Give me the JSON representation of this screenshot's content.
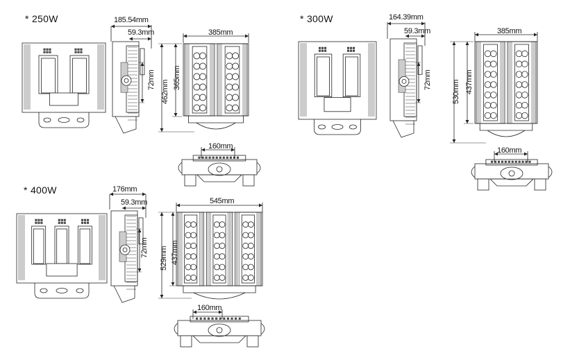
{
  "models": [
    {
      "label": "* 250W",
      "side_depth": "185.54mm",
      "bracket_depth": "59.3mm",
      "bracket_height": "72mm",
      "total_height": "462mm",
      "body_height": "365mm",
      "width": "385mm",
      "mount_width": "160mm"
    },
    {
      "label": "* 300W",
      "side_depth": "164.39mm",
      "bracket_depth": "59.3mm",
      "bracket_height": "72mm",
      "total_height": "530mm",
      "body_height": "437mm",
      "width": "385mm",
      "mount_width": "160mm"
    },
    {
      "label": "* 400W",
      "side_depth": "176mm",
      "bracket_depth": "59.3mm",
      "bracket_height": "72mm",
      "total_height": "529mm",
      "body_height": "437mm",
      "width": "545mm",
      "mount_width": "160mm"
    }
  ]
}
